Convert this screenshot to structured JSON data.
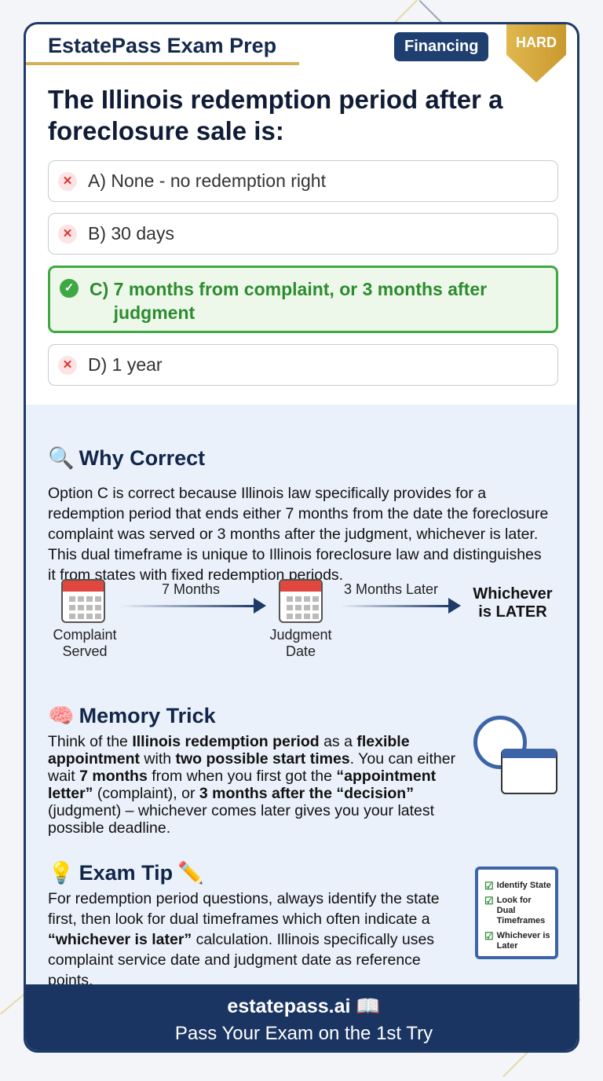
{
  "header": {
    "brand": "EstatePass Exam Prep",
    "category": "Financing",
    "difficulty": "HARD"
  },
  "question": "The Illinois redemption period after a foreclosure sale is:",
  "options": [
    {
      "letter": "A)",
      "text": "None - no redemption right",
      "correct": false
    },
    {
      "letter": "B)",
      "text": "30 days",
      "correct": false
    },
    {
      "letter": "C)",
      "text": "7 months from complaint, or 3 months after judgment",
      "correct": true
    },
    {
      "letter": "D)",
      "text": "1 year",
      "correct": false
    }
  ],
  "why": {
    "icon": "magnifier-icon",
    "title": "Why Correct",
    "text": "Option C is correct because Illinois law specifically provides for a redemption period that ends either 7 months from the date the foreclosure complaint was served or 3 months after the judgment, whichever is later. This dual timeframe is unique to Illinois foreclosure law and distinguishes it from states with fixed redemption periods."
  },
  "timeline": {
    "step1": "Complaint Served",
    "arrow1": "7 Months",
    "step2": "Judgment Date",
    "arrow2": "3 Months Later",
    "result": "Whichever is LATER"
  },
  "memory": {
    "icon": "brain-icon",
    "title": "Memory Trick",
    "segments": [
      {
        "t": "Think of the ",
        "b": false
      },
      {
        "t": "Illinois redemption period",
        "b": true
      },
      {
        "t": " as a ",
        "b": false
      },
      {
        "t": "flexible appointment",
        "b": true
      },
      {
        "t": " with ",
        "b": false
      },
      {
        "t": "two possible start times",
        "b": true
      },
      {
        "t": ". You can either wait ",
        "b": false
      },
      {
        "t": "7 months",
        "b": true
      },
      {
        "t": " from when you first got the ",
        "b": false
      },
      {
        "t": "“appointment letter”",
        "b": true
      },
      {
        "t": " (complaint), or ",
        "b": false
      },
      {
        "t": "3 months after the “decision”",
        "b": true
      },
      {
        "t": " (judgment) – whichever comes later gives you your latest possible deadline.",
        "b": false
      }
    ]
  },
  "tip": {
    "icon": "lightbulb-icon",
    "title": "Exam Tip",
    "segments": [
      {
        "t": "For redemption period questions, always identify the state first, then look for dual timeframes which often indicate a ",
        "b": false
      },
      {
        "t": "“whichever is later”",
        "b": true
      },
      {
        "t": " calculation. Illinois specifically uses complaint service date and judgment date as reference points.",
        "b": false
      }
    ],
    "checklist": [
      "Identify State",
      "Look for Dual Timeframes",
      "Whichever is Later"
    ]
  },
  "footer": {
    "site": "estatepass.ai",
    "tagline": "Pass Your Exam on the 1st Try"
  },
  "colors": {
    "navy": "#1b3563",
    "gold": "#d4b156",
    "correct": "#3ea843",
    "wrong": "#d33333"
  }
}
